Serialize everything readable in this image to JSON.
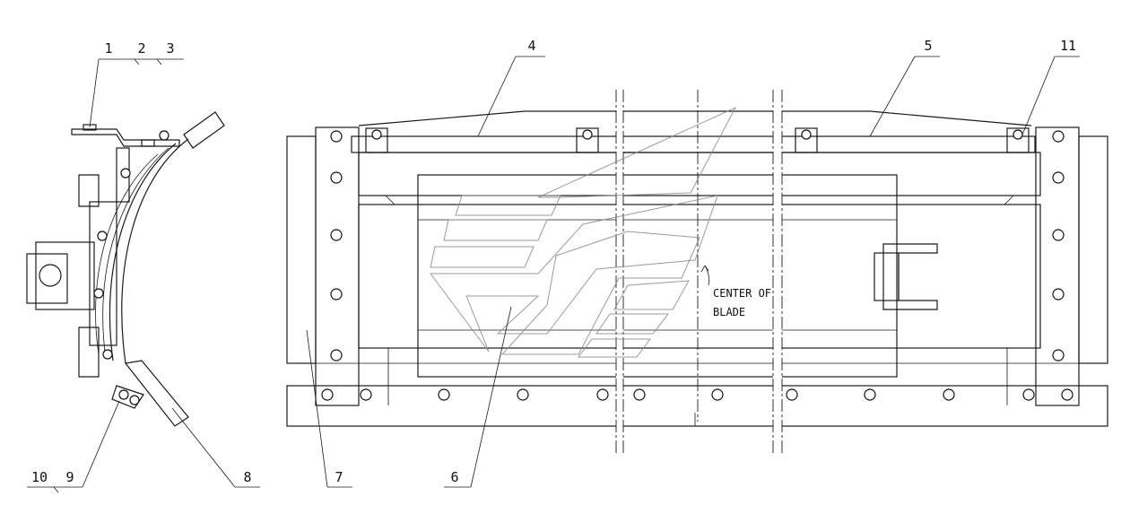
{
  "callouts": [
    {
      "id": "1",
      "text": "1"
    },
    {
      "id": "2",
      "text": "2"
    },
    {
      "id": "3",
      "text": "3"
    },
    {
      "id": "4",
      "text": "4"
    },
    {
      "id": "5",
      "text": "5"
    },
    {
      "id": "6",
      "text": "6"
    },
    {
      "id": "7",
      "text": "7"
    },
    {
      "id": "8",
      "text": "8"
    },
    {
      "id": "9",
      "text": "9"
    },
    {
      "id": "10",
      "text": "10"
    },
    {
      "id": "11",
      "text": "11"
    }
  ],
  "note": {
    "line1": "CENTER OF",
    "line2": "BLADE"
  },
  "colors": {
    "line": "#1a1a1a",
    "watermark": "#8a8a8a",
    "background": "#ffffff"
  }
}
